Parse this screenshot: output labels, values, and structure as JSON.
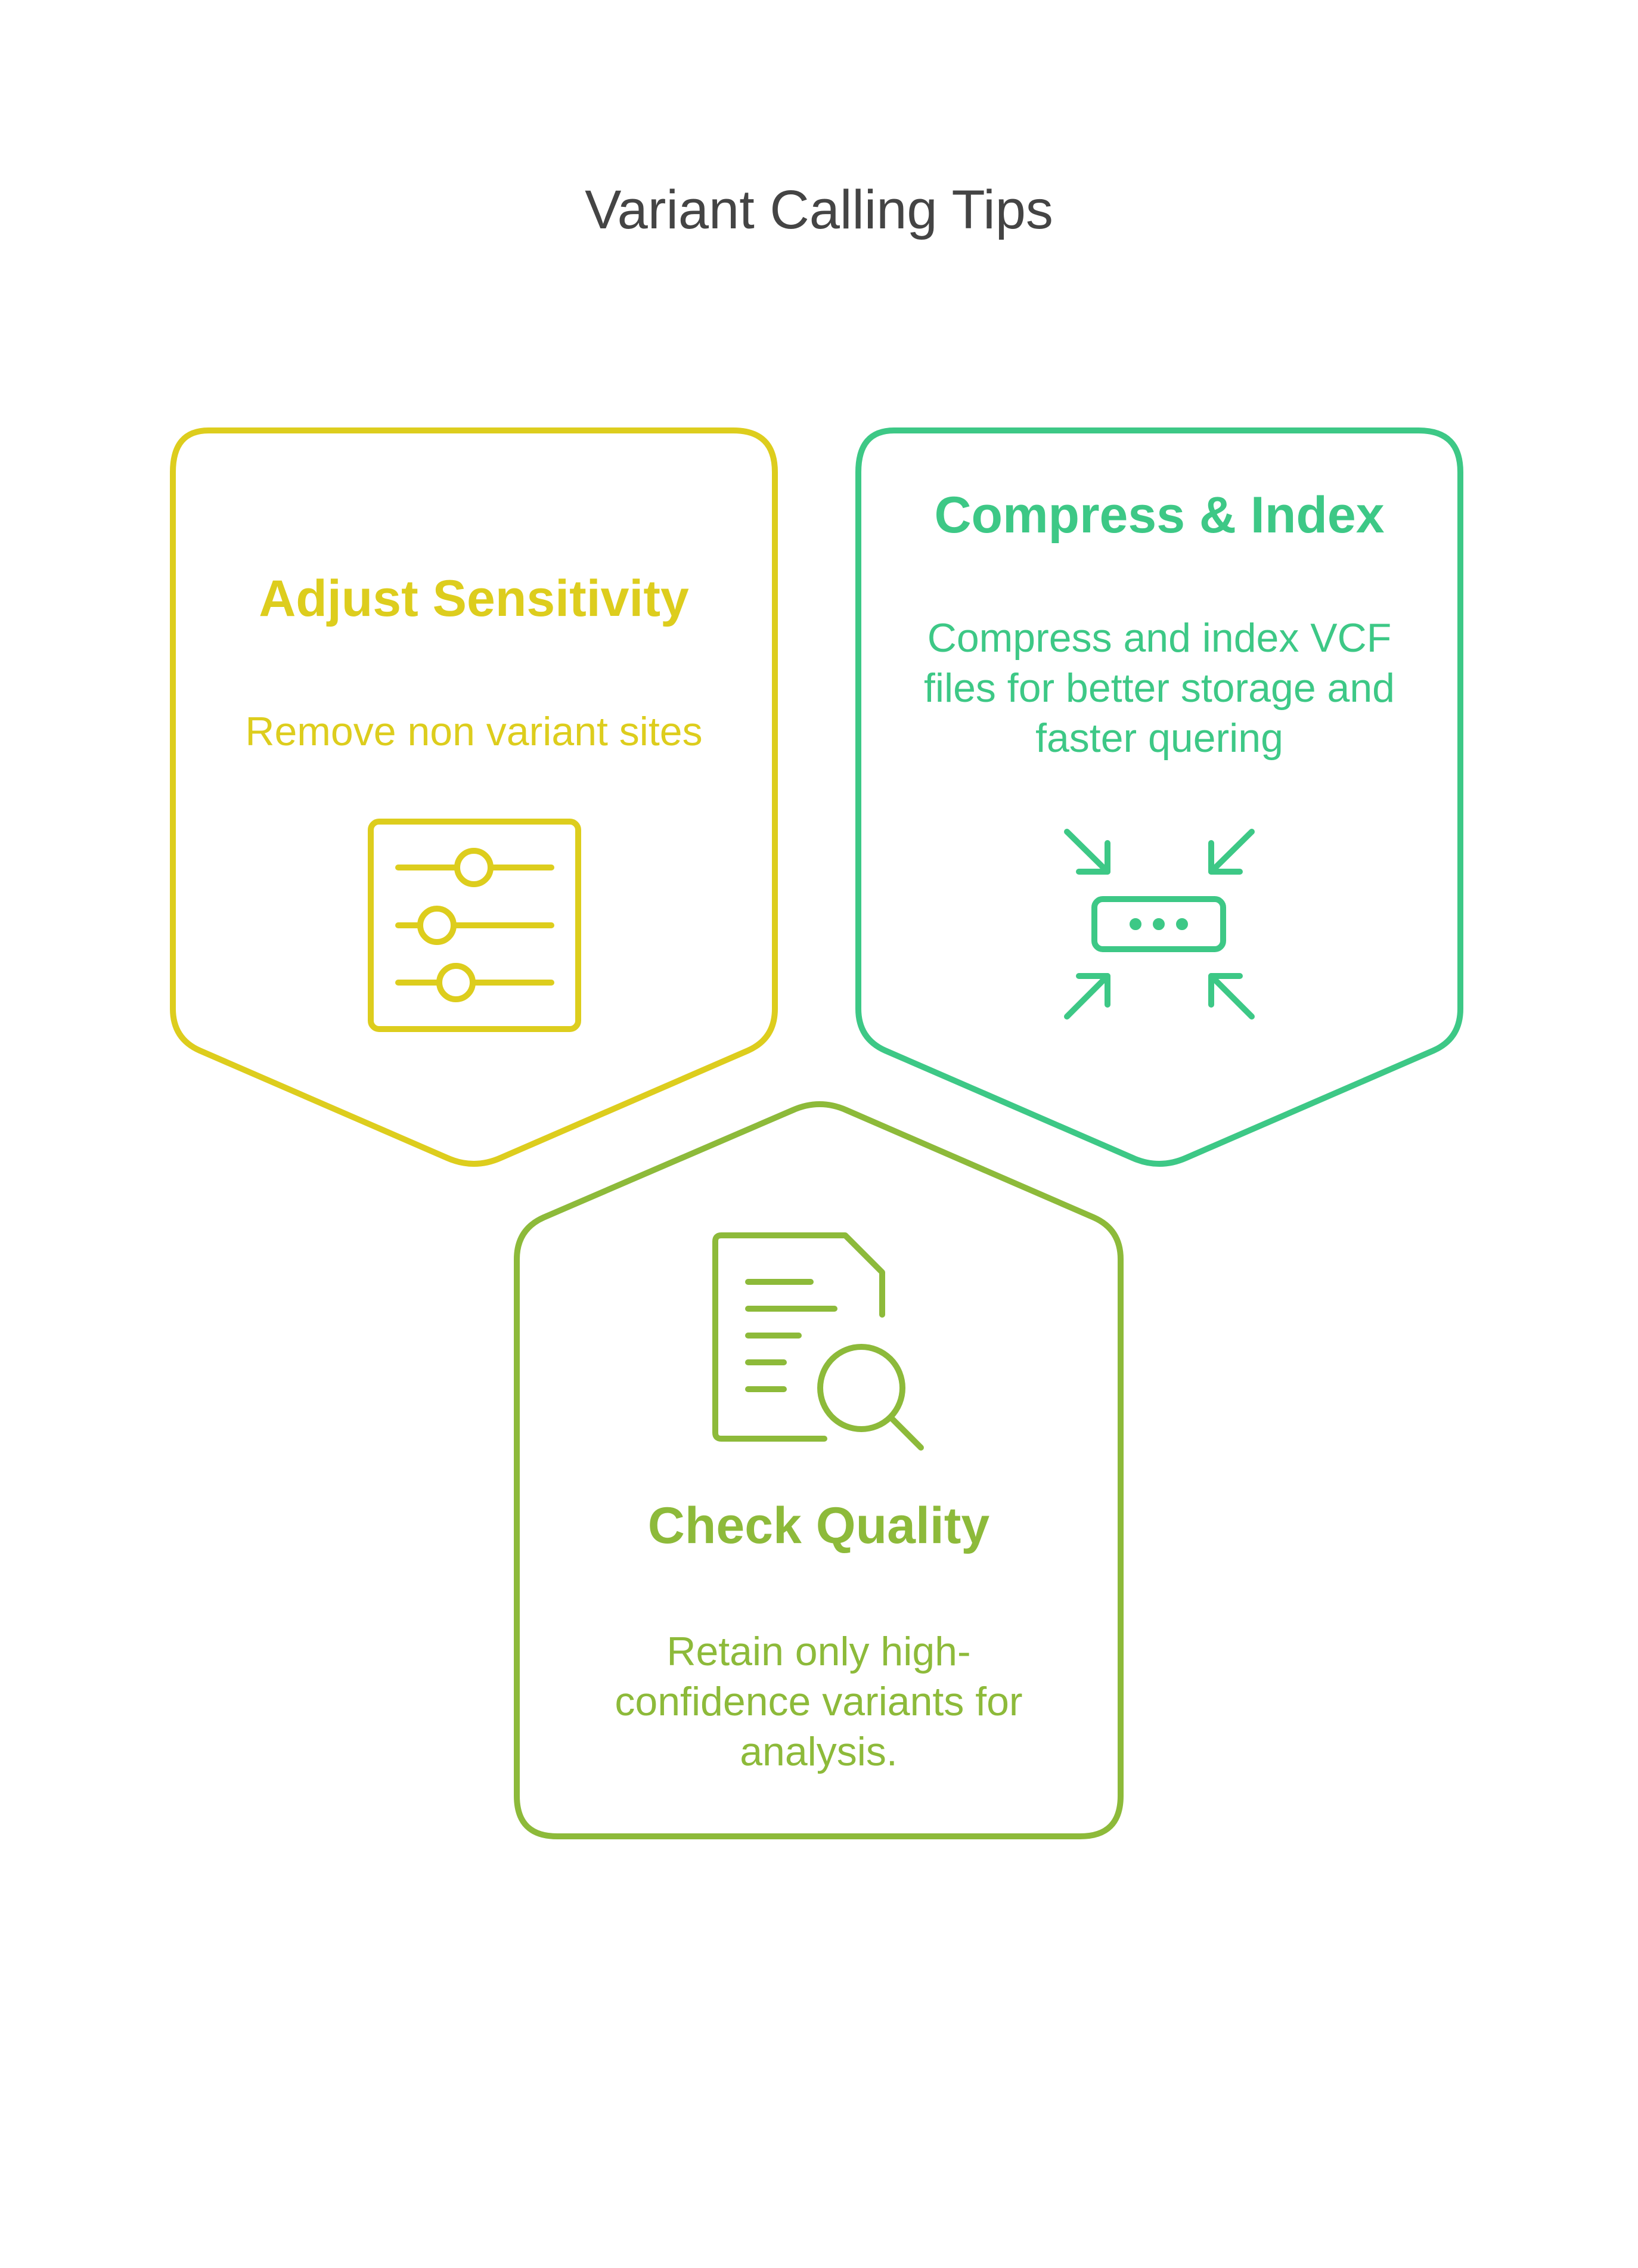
{
  "title": "Variant Calling Tips",
  "colors": {
    "yellow": "#DDCD1D",
    "teal": "#3DC886",
    "olive": "#8DBA3A",
    "title": "#444444"
  },
  "cards": [
    {
      "title": "Adjust Sensitivity",
      "description": "Remove non variant sites",
      "icon": "sliders-icon",
      "color": "#DDCD1D"
    },
    {
      "title": "Compress & Index",
      "description": [
        "Compress and index VCF",
        "files for better storage and",
        "faster quering"
      ],
      "icon": "compress-icon",
      "color": "#3DC886"
    },
    {
      "title": "Check Quality",
      "description": [
        "Retain only high-",
        "confidence variants for",
        "analysis."
      ],
      "icon": "document-search-icon",
      "color": "#8DBA3A"
    }
  ]
}
